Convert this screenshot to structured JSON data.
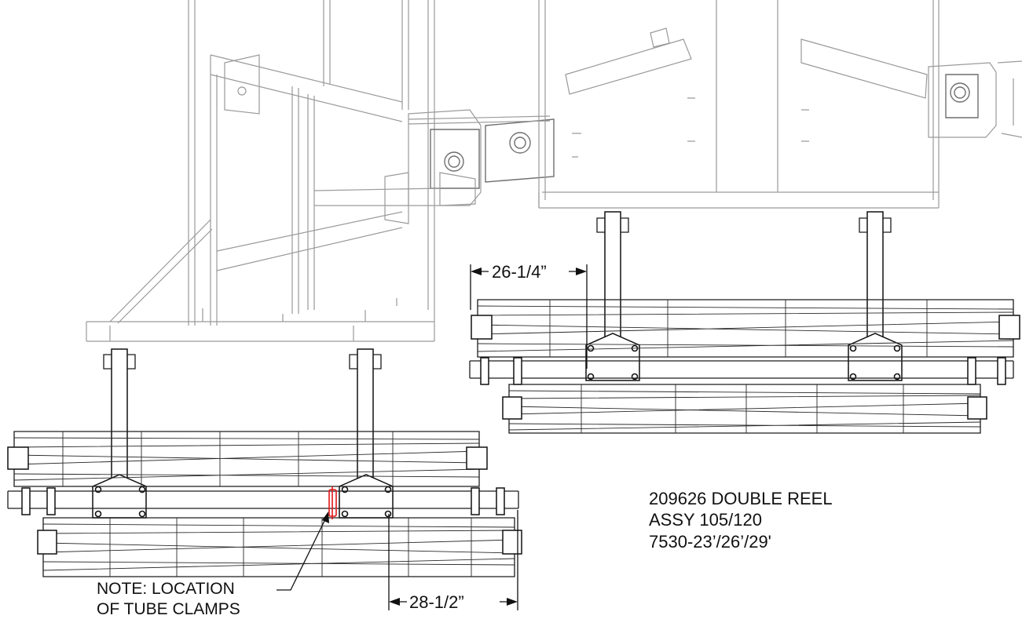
{
  "dimensions": {
    "top_width": "26-1/4”",
    "bottom_width": "28-1/2”"
  },
  "note": {
    "line1": "NOTE: LOCATION",
    "line2": "OF TUBE CLAMPS"
  },
  "assembly": {
    "line1": "209626 DOUBLE REEL",
    "line2": "ASSY 105/120",
    "line3": "7530-23’/26’/29'"
  },
  "colors": {
    "linework": "#111111",
    "frame": "#9a9a9a",
    "clamp_highlight": "#e0191b"
  }
}
